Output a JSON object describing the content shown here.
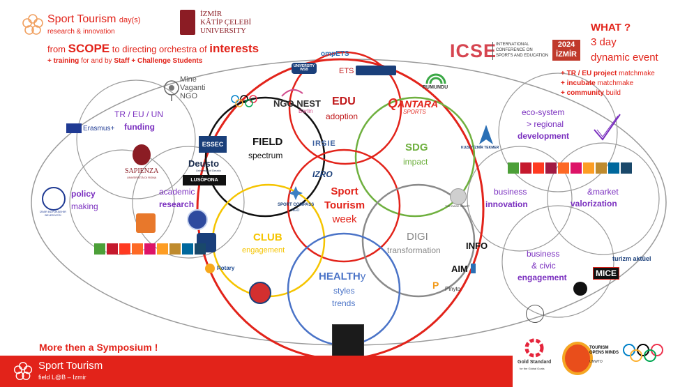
{
  "header": {
    "title": "Sport Tourism",
    "title_suffix": "day(s)",
    "subtitle": "research & innovation",
    "scope_pre": "from",
    "scope_word": "SCOPE",
    "scope_mid": "to directing orchestra of",
    "scope_end": "interests",
    "training_pre": "+ training",
    "training_mid": "for and by",
    "training_staff": "Staff",
    "training_end": "+ Challenge Students"
  },
  "university": {
    "line1": "İZMİR",
    "line2": "KÂTİP ÇELEBİ",
    "line3": "UNIVERSITY"
  },
  "icse": {
    "name": "ICSE",
    "desc1": "INTERNATIONAL",
    "desc2": "CONFERENCE ON",
    "desc3": "SPORTS AND EDUCATION",
    "year": "2024",
    "city": "İZMİR"
  },
  "what": {
    "title": "WHAT ?",
    "line1": "3 day",
    "line2": "dynamic event",
    "b1_bold": "+ TR / EU project",
    "b1_rest": "matchmake",
    "b2_bold": "+ incubate",
    "b2_rest": "matchmake",
    "b3_bold": "+ community",
    "b3_rest": "build"
  },
  "circles": {
    "edu": {
      "title": "EDU",
      "sub": "adoption"
    },
    "field": {
      "title": "FIELD",
      "sub": "spectrum"
    },
    "sdg": {
      "title": "SDG",
      "sub": "impact"
    },
    "center": {
      "l1": "Sport",
      "l2": "Tourism",
      "l3": "week"
    },
    "club": {
      "title": "CLUB",
      "sub": "engagement"
    },
    "digi": {
      "title": "DIGI",
      "sub": "transformation"
    },
    "health": {
      "title": "HEALTH",
      "title_suffix": "y",
      "l2": "styles",
      "l3": "trends"
    }
  },
  "left": {
    "funding1": "TR / EU / UN",
    "funding2": "funding",
    "policy1": "policy",
    "policy2": "making",
    "academic1": "academic",
    "academic2": "research"
  },
  "right": {
    "eco1": "eco-system",
    "eco2": "> regional",
    "eco3": "development",
    "biz1": "business",
    "biz2": "innovation",
    "market1": "&market",
    "market2": "valorization",
    "civic1": "business",
    "civic2": "& civic",
    "civic3": "engagement"
  },
  "logos": {
    "mine_vaganti": "Mine Vaganti NGO",
    "erasmus": "Erasmus+",
    "sapienza": "SAPIENZA",
    "sapienza_sub": "UNIVERSITÀ DI ROMA",
    "izmir_bb": "İZMİR BÜYÜKŞEHİR BELEDİYESİ",
    "essec": "ESSEC",
    "deusto": "Deusto",
    "deusto_sub": "University of Deusto",
    "lusofona": "LUSÓFONA",
    "ngo_nest": "NGO NEST",
    "ngo_nest_sub": "Berlin",
    "irsie": "IRSIE",
    "izro": "IZRO",
    "sport_compass": "SPORT COMPASS",
    "sport_compass_sub": "NGO",
    "compets": "ompETS",
    "ets": "ETS",
    "uni_wsb": "UNIVERSITY WSB",
    "qantara": "ANTARA",
    "qantara_q": "Q",
    "qantara_sub": "SPORTS",
    "rumundu": "RUMUNDU",
    "kuzey": "KUZEY İZMİR TEKMER",
    "rage": "THE RAGE SMART",
    "info": "INFO",
    "aim": "AIM",
    "pinyto": "Pinyto",
    "rotary": "Rotary",
    "turizm": "turizm aktüel",
    "mice": "MICE",
    "gold": "Gold Standard",
    "gold_sub": "for the Global Goals",
    "tourism_minds": "TOURISM OPENS MINDS",
    "unwto": "UNWTO",
    "footer_tag": "More then a Symposium !"
  },
  "footer": {
    "title": "Sport Tourism",
    "sub": "field L@B – Izmir"
  },
  "colors": {
    "red": "#e2231a",
    "purple": "#7a2fbf",
    "yellow": "#f5c400",
    "green": "#6fb03f",
    "blue": "#4a73c7",
    "gray": "#8a8a8a"
  }
}
